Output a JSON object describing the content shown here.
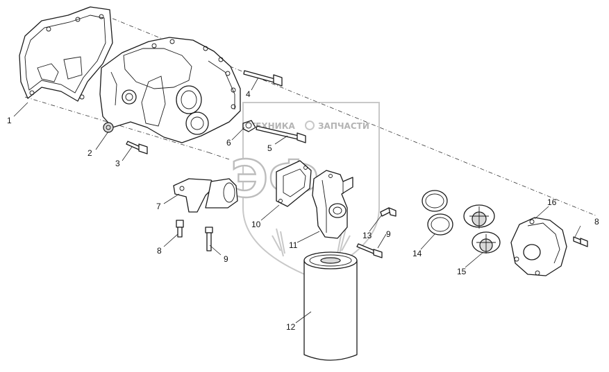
{
  "watermark": {
    "brand_left": "ТЕХНИКА",
    "brand_right": "ЗАПЧАСТИ",
    "logo_text": "ЭФ"
  },
  "callouts": [
    {
      "id": "c1",
      "label": "1"
    },
    {
      "id": "c2",
      "label": "2"
    },
    {
      "id": "c3",
      "label": "3"
    },
    {
      "id": "c4",
      "label": "4"
    },
    {
      "id": "c5",
      "label": "5"
    },
    {
      "id": "c6",
      "label": "6"
    },
    {
      "id": "c7",
      "label": "7"
    },
    {
      "id": "c8a",
      "label": "8"
    },
    {
      "id": "c9a",
      "label": "9"
    },
    {
      "id": "c10",
      "label": "10"
    },
    {
      "id": "c11",
      "label": "11"
    },
    {
      "id": "c12",
      "label": "12"
    },
    {
      "id": "c13",
      "label": "13"
    },
    {
      "id": "c9b",
      "label": "9"
    },
    {
      "id": "c14",
      "label": "14"
    },
    {
      "id": "c15",
      "label": "15"
    },
    {
      "id": "c16",
      "label": "16"
    },
    {
      "id": "c8b",
      "label": "8"
    }
  ]
}
